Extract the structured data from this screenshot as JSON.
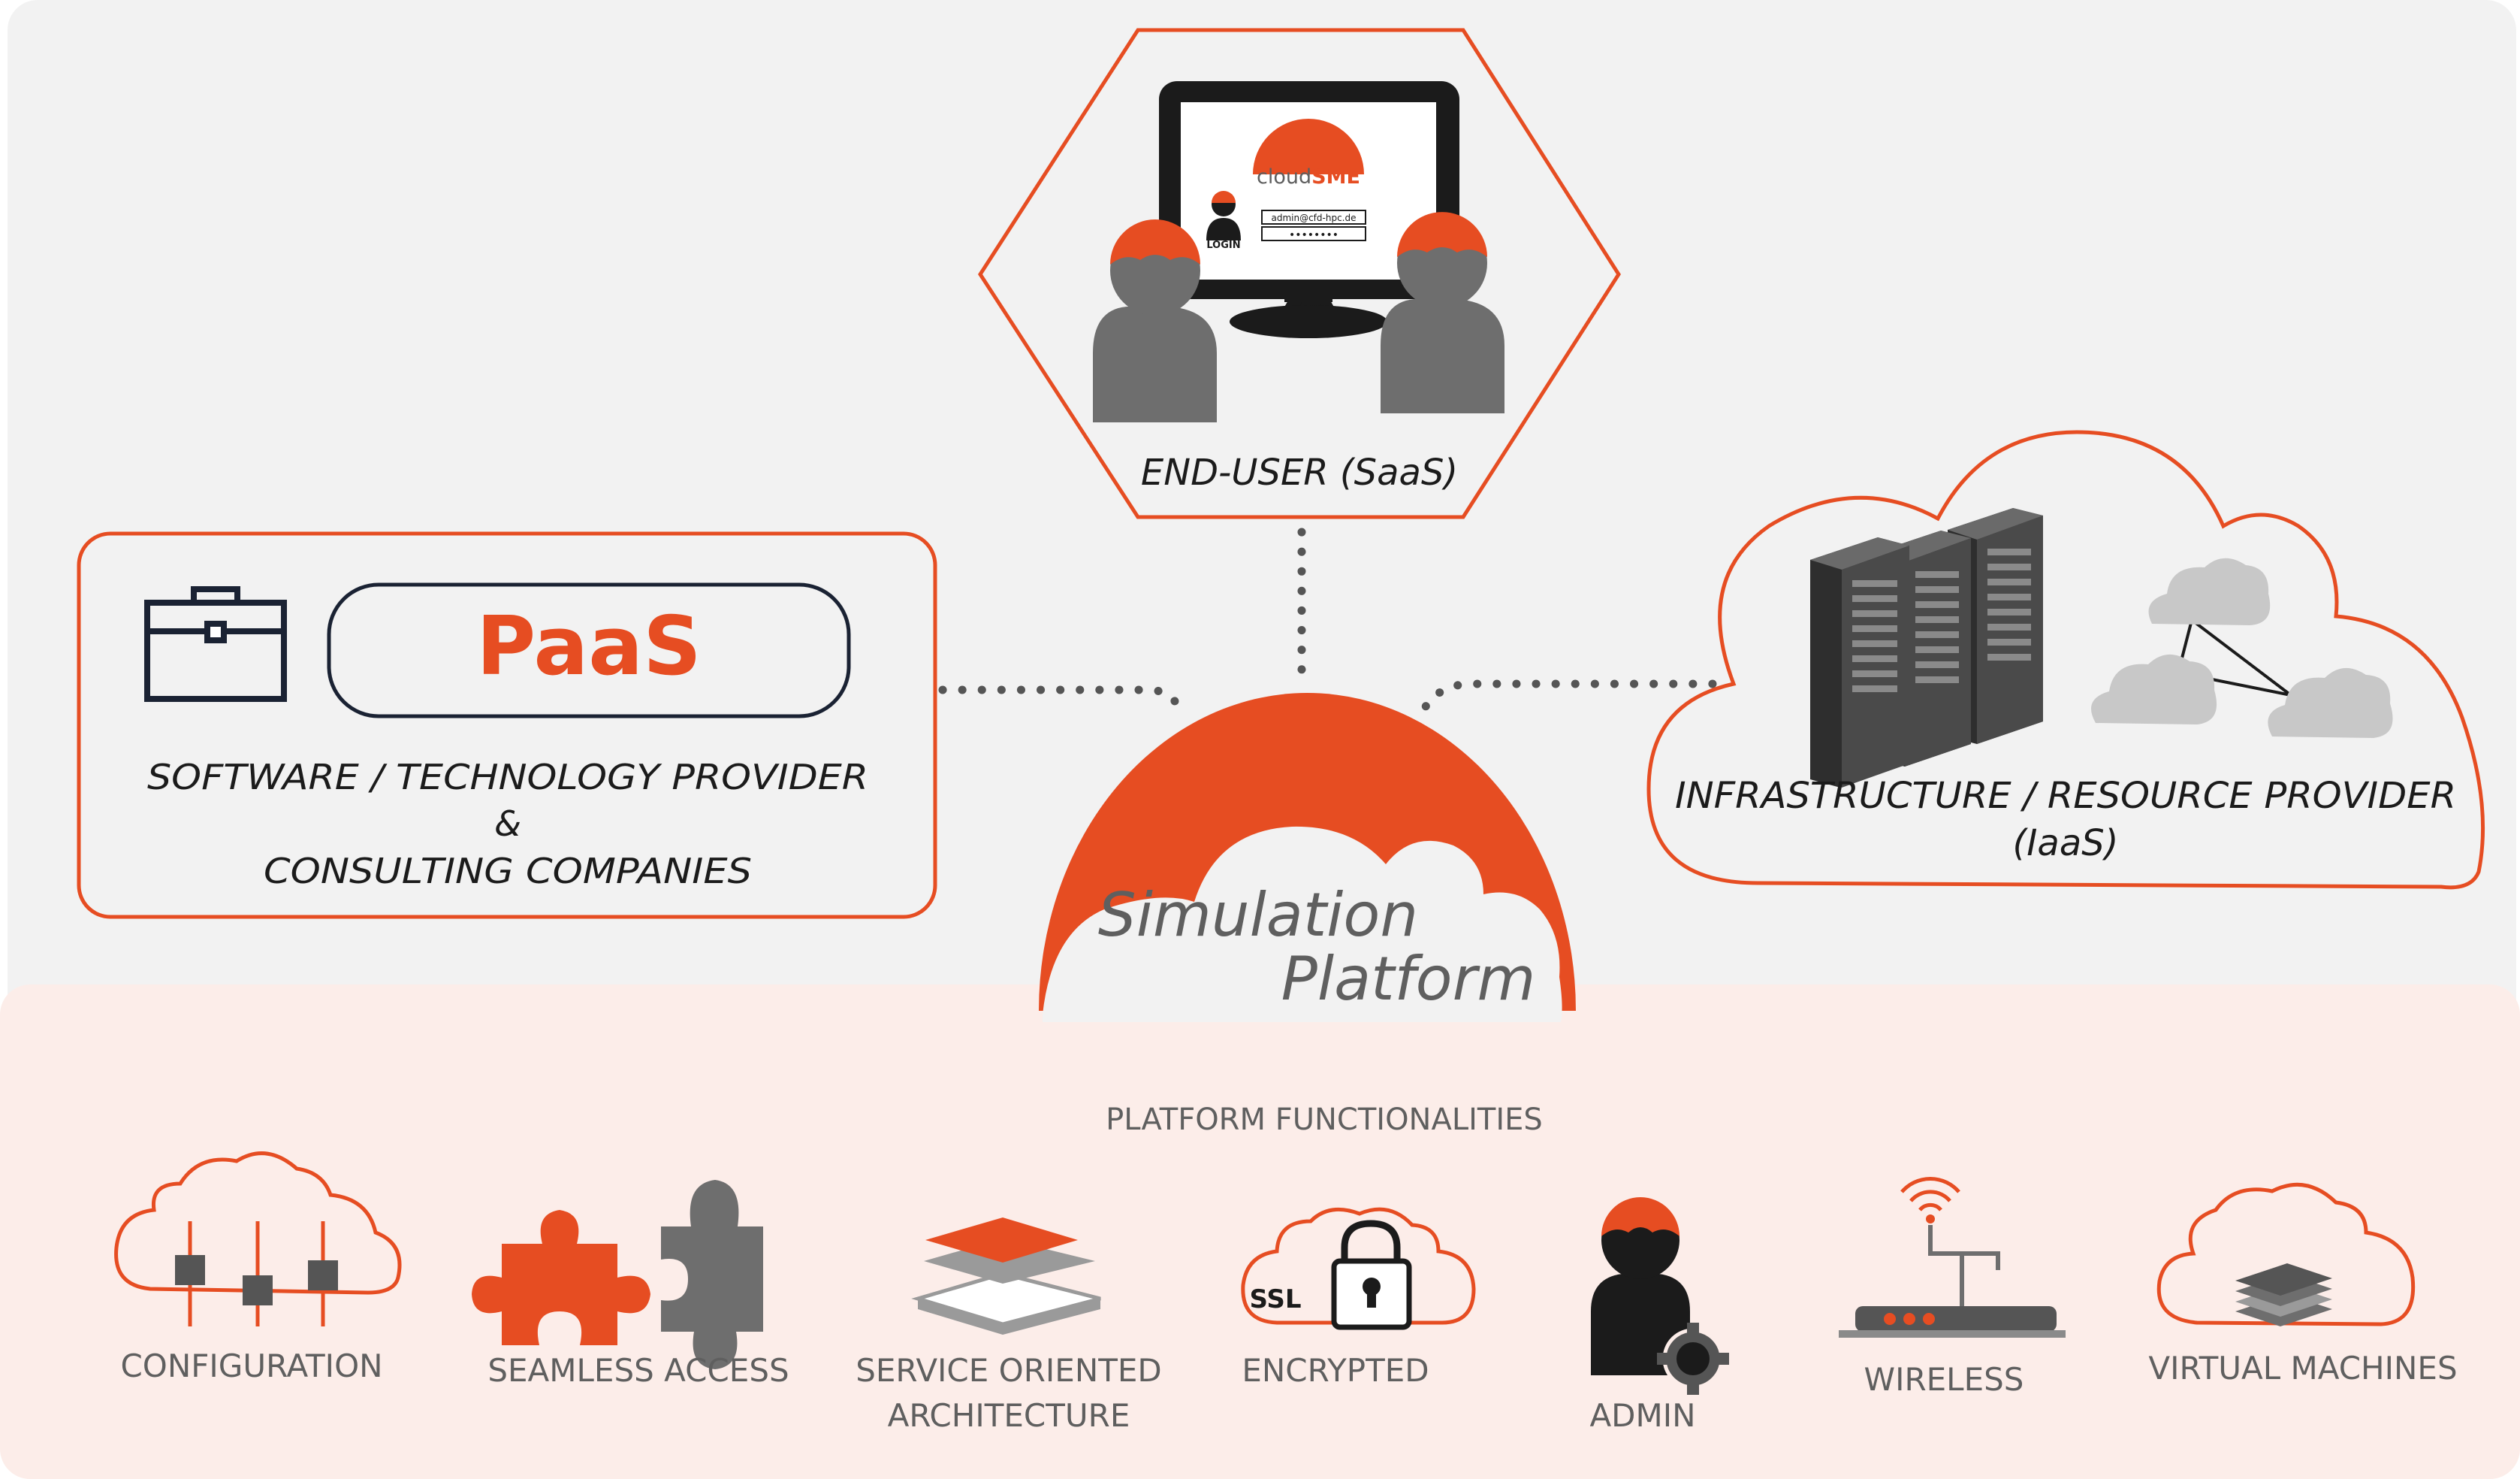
{
  "colors": {
    "accent": "#E64D22",
    "dark": "#1A2233",
    "grey": "#6E6E6E",
    "text_grey": "#5F5F5F",
    "top_bg": "#F2F2F2",
    "bottom_bg": "#FCEDE9",
    "light_cloud": "#C8C8C8",
    "server": "#3A3A3A"
  },
  "end_user": {
    "label": "END-USER (SaaS)",
    "screen": {
      "brand_prefix": "cloud",
      "brand_suffix": "SME",
      "login_label": "LOGIN",
      "email": "admin@cfd-hpc.de",
      "password_mask": "••••••••"
    }
  },
  "paas": {
    "title": "PaaS",
    "line1": "SOFTWARE / TECHNOLOGY PROVIDER",
    "line2": "&",
    "line3": "CONSULTING COMPANIES",
    "icon": "toolbox-icon"
  },
  "iaas": {
    "line1": "INFRASTRUCTURE / RESOURCE PROVIDER",
    "line2": "(IaaS)",
    "icons": [
      "server-rack-icon",
      "cloud-network-icon"
    ]
  },
  "center": {
    "line1": "Simulation",
    "line2": "Platform"
  },
  "functionalities": {
    "title": "PLATFORM FUNCTIONALITIES",
    "items": [
      {
        "label": "CONFIGURATION",
        "icon": "cloud-sliders-icon"
      },
      {
        "label": "SEAMLESS ACCESS",
        "icon": "puzzle-icon"
      },
      {
        "label_line1": "SERVICE ORIENTED",
        "label_line2": "ARCHITECTURE",
        "icon": "layers-icon"
      },
      {
        "label": "ENCRYPTED",
        "icon": "cloud-lock-icon",
        "badge": "SSL"
      },
      {
        "label": "ADMIN",
        "icon": "admin-gear-icon"
      },
      {
        "label": "WIRELESS",
        "icon": "router-icon"
      },
      {
        "label": "VIRTUAL MACHINES",
        "icon": "cloud-vm-icon"
      }
    ]
  }
}
